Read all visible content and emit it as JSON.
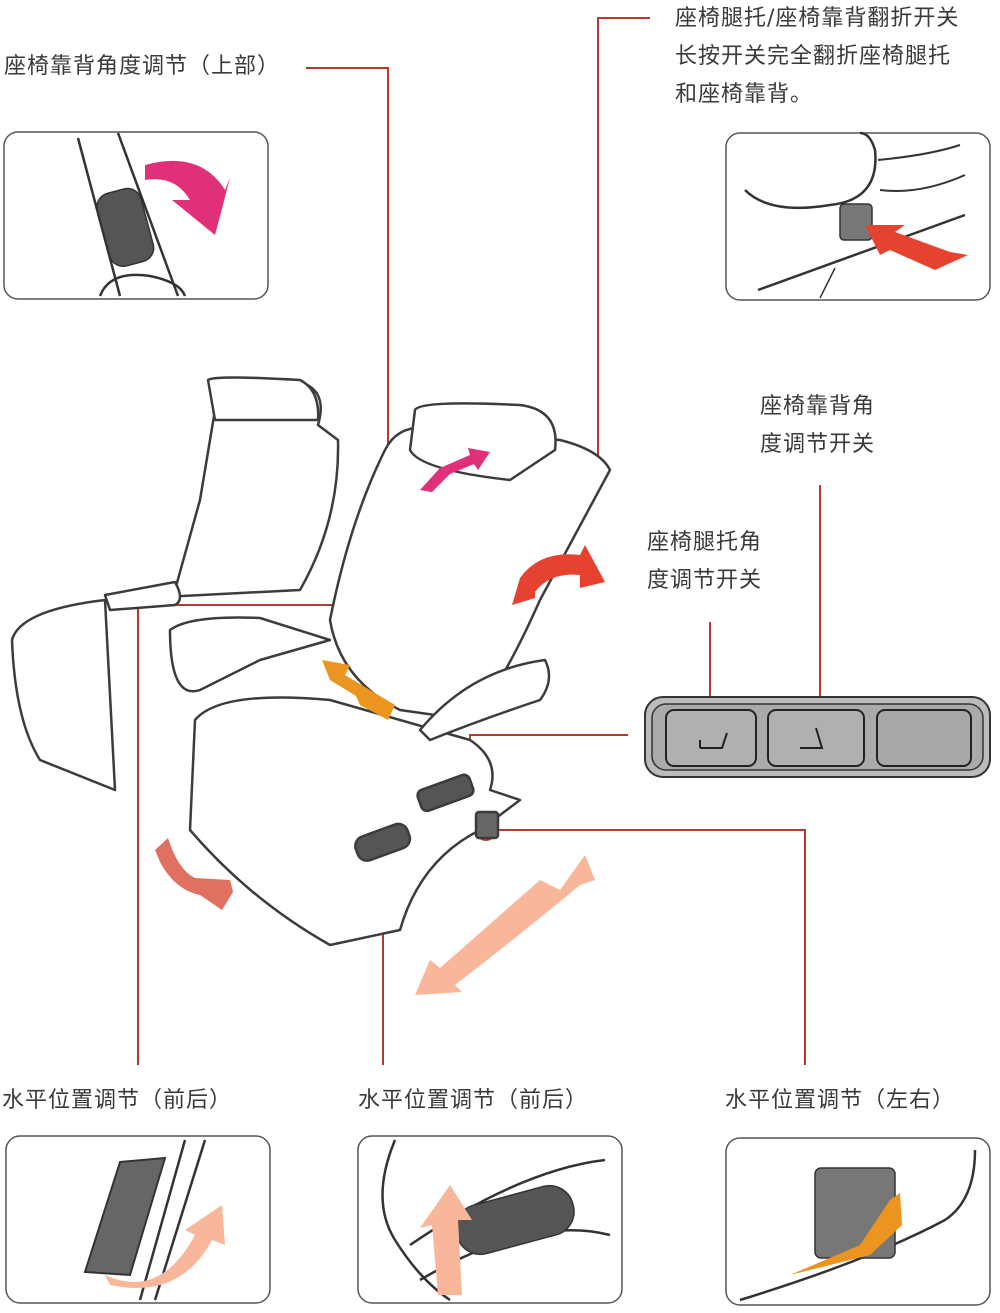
{
  "labels": {
    "upper_backrest_angle": "座椅靠背角度调节（上部）",
    "fold_switch_line1": "座椅腿托/座椅靠背翻折开关",
    "fold_switch_line2": "长按开关完全翻折座椅腿托",
    "fold_switch_line3": "和座椅靠背。",
    "backrest_switch_line1": "座椅靠背角",
    "backrest_switch_line2": "度调节开关",
    "legrest_switch_line1": "座椅腿托角",
    "legrest_switch_line2": "度调节开关",
    "slide_front_back_1": "水平位置调节（前后）",
    "slide_front_back_2": "水平位置调节（前后）",
    "slide_left_right": "水平位置调节（左右）"
  },
  "colors": {
    "leader_line": "#b33a2e",
    "magenta_arrow": "#e0307a",
    "red_arrow": "#e5432f",
    "orange_arrow": "#ec9420",
    "salmon_arrow": "#f8b79a",
    "outline": "#3c3c3c"
  }
}
